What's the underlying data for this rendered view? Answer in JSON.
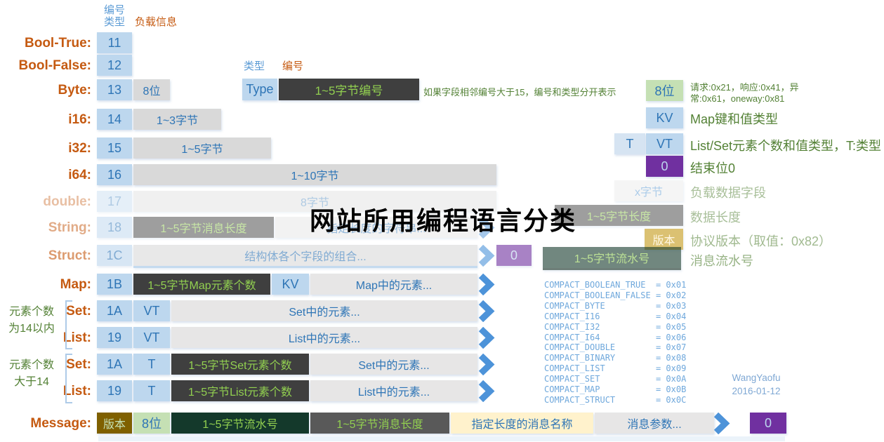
{
  "title": "网站所用编程语言分类",
  "columns_header": {
    "id_type_line1": "编号",
    "id_type_line2": "类型",
    "payload": "负载信息"
  },
  "field_header": {
    "type_label": "类型",
    "id_label": "编号",
    "type_box": "Type",
    "id_box": "1~5字节编号",
    "note": "如果字段相邻编号大于15，编号和类型分开表示"
  },
  "rows": [
    {
      "label": "Bool-True:",
      "cells": [
        "11"
      ]
    },
    {
      "label": "Bool-False:",
      "cells": [
        "12"
      ]
    },
    {
      "label": "Byte:",
      "cells": [
        "13",
        "8位"
      ]
    },
    {
      "label": "i16:",
      "cells": [
        "14",
        "1~3字节"
      ]
    },
    {
      "label": "i32:",
      "cells": [
        "15",
        "1~5字节"
      ]
    },
    {
      "label": "i64:",
      "cells": [
        "16",
        "1~10字节"
      ]
    },
    {
      "label": "double:",
      "cells": [
        "17",
        "8字节"
      ]
    },
    {
      "label": "String:",
      "cells": [
        "18",
        "1~5字节消息长度",
        "指定长度的字符串..."
      ]
    },
    {
      "label": "Struct:",
      "cells": [
        "1C",
        "结构体各个字段的组合...",
        "0"
      ]
    },
    {
      "label": "Map:",
      "cells": [
        "1B",
        "1~5字节Map元素个数",
        "KV",
        "Map中的元素..."
      ]
    },
    {
      "label": "Set:",
      "cells": [
        "1A",
        "VT",
        "Set中的元素..."
      ]
    },
    {
      "label": "List:",
      "cells": [
        "19",
        "VT",
        "List中的元素..."
      ]
    },
    {
      "label": "Set:",
      "cells": [
        "1A",
        "T",
        "1~5字节Set元素个数",
        "Set中的元素..."
      ]
    },
    {
      "label": "List:",
      "cells": [
        "19",
        "T",
        "1~5字节List元素个数",
        "List中的元素..."
      ]
    },
    {
      "label": "Message:",
      "cells": [
        "版本",
        "8位",
        "1~5字节流水号",
        "1~5字节消息长度",
        "指定长度的消息名称",
        "消息参数...",
        "0"
      ]
    }
  ],
  "legend": [
    {
      "boxes": [
        "8位"
      ],
      "desc": "请求:0x21，响应:0x41，异常:0x61，oneway:0x81"
    },
    {
      "boxes": [
        "KV"
      ],
      "desc": "Map键和值类型"
    },
    {
      "boxes": [
        "T",
        "VT"
      ],
      "desc": "List/Set元素个数和值类型，T:类型"
    },
    {
      "boxes": [
        "0"
      ],
      "desc": "结束位0"
    },
    {
      "boxes": [
        "x字节"
      ],
      "desc": "负载数据字段"
    },
    {
      "boxes": [
        "1~5字节长度"
      ],
      "desc": "数据长度"
    },
    {
      "boxes": [
        "版本"
      ],
      "desc": "协议版本（取值：0x82）"
    },
    {
      "boxes": [
        "1~5字节流水号"
      ],
      "desc": "消息流水号"
    }
  ],
  "groups": [
    {
      "line1": "元素个数",
      "line2": "为14以内"
    },
    {
      "line1": "元素个数",
      "line2": "大于14"
    }
  ],
  "compact_constants": [
    {
      "name": "COMPACT_BOOLEAN_TRUE",
      "value": "0x01"
    },
    {
      "name": "COMPACT_BOOLEAN_FALSE",
      "value": "0x02"
    },
    {
      "name": "COMPACT_BYTE",
      "value": "0x03"
    },
    {
      "name": "COMPACT_I16",
      "value": "0x04"
    },
    {
      "name": "COMPACT_I32",
      "value": "0x05"
    },
    {
      "name": "COMPACT_I64",
      "value": "0x06"
    },
    {
      "name": "COMPACT_DOUBLE",
      "value": "0x07"
    },
    {
      "name": "COMPACT_BINARY",
      "value": "0x08"
    },
    {
      "name": "COMPACT_LIST",
      "value": "0x09"
    },
    {
      "name": "COMPACT_SET",
      "value": "0x0A"
    },
    {
      "name": "COMPACT_MAP",
      "value": "0x0B"
    },
    {
      "name": "COMPACT_STRUCT",
      "value": "0x0C"
    }
  ],
  "signature": {
    "author": "WangYaofu",
    "date": "2016-01-12"
  },
  "colors": {
    "accent_blue": "#2E75B6",
    "box_blue": "#BDD7EE",
    "box_gray": "#D9D9D9",
    "box_dark": "#3F3F3F",
    "text_green_bright": "#92D050",
    "box_green": "#C5E0B4",
    "box_purple": "#7030A0",
    "box_teal": "#14392B",
    "box_olive": "#7F6000",
    "box_cream": "#FFF2CC",
    "label_orange": "#C55A11",
    "note_green": "#538135",
    "chevron_blue": "#4D93D9"
  }
}
